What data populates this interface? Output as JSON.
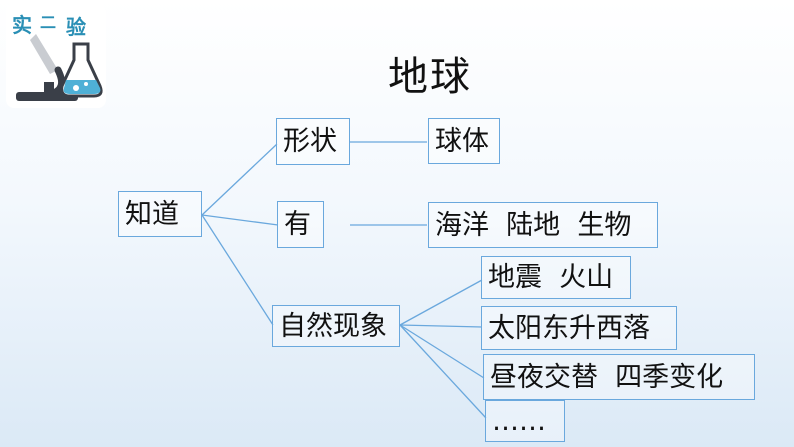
{
  "title": "地球",
  "nodes": {
    "root": "知道",
    "shape": "形状",
    "has": "有",
    "phenomena": "自然现象",
    "sphere": "球体",
    "ocean_land_life": "海洋  陆地  生物",
    "quake_volcano": "地震  火山",
    "sun": "太阳东升西落",
    "day_season": "昼夜交替  四季变化",
    "ellipsis": "……"
  }
}
